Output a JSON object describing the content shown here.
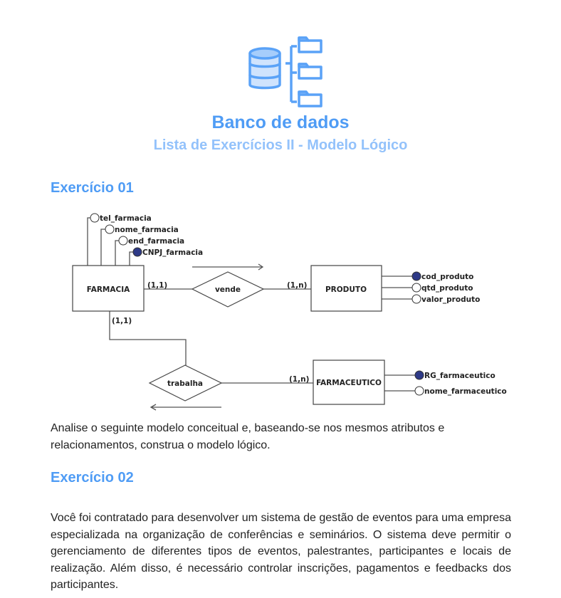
{
  "header": {
    "title": "Banco de dados",
    "subtitle": "Lista de Exercícios II - Modelo Lógico",
    "icon": "database-folders-icon"
  },
  "ex1": {
    "heading": "Exercício 01",
    "diagram": {
      "farmacia": "FARMACIA",
      "produto": "PRODUTO",
      "farmaceutico": "FARMACEUTICO",
      "vende": "vende",
      "trabalha": "trabalha",
      "card_farm_vende": "(1,1)",
      "card_prod_vende": "(1,n)",
      "card_farm_trab": "(1,1)",
      "card_farmac_trab": "(1,n)",
      "farm_attrs": [
        "tel_farmacia",
        "nome_farmacia",
        "end_farmacia",
        "CNPJ_farmacia"
      ],
      "prod_attrs": [
        "cod_produto",
        "qtd_produto",
        "valor_produto"
      ],
      "farmac_attrs": [
        "RG_farmaceutico",
        "nome_farmaceutico"
      ],
      "key_color": "#2e3a87"
    },
    "text": "Analise o seguinte modelo conceitual e, baseando-se nos mesmos atributos e relacionamentos, construa o modelo lógico."
  },
  "ex2": {
    "heading": "Exercício 02",
    "text": "Você foi contratado para desenvolver um sistema de gestão de eventos para uma empresa especializada na organização de conferências e seminários. O sistema deve permitir o gerenciamento de diferentes tipos de eventos, palestrantes, participantes e locais de realização. Além disso, é necessário controlar inscrições, pagamentos e feedbacks dos participantes."
  }
}
